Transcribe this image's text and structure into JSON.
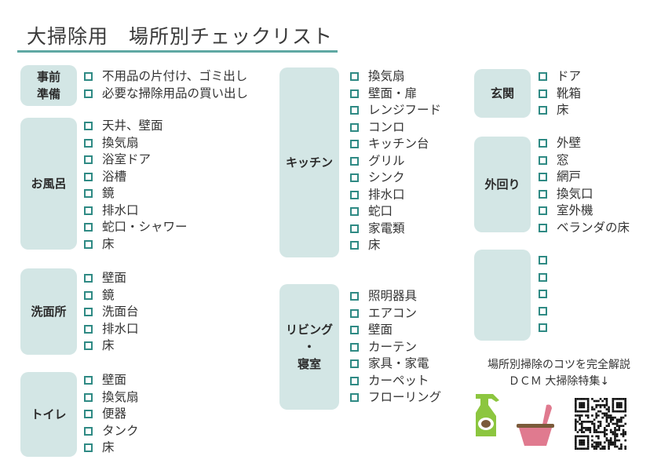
{
  "title": "大掃除用　場所別チェックリスト",
  "sections": {
    "jizen": {
      "label": "事前\n準備",
      "items": [
        "不用品の片付け、ゴミ出し",
        "必要な掃除用品の買い出し"
      ]
    },
    "ofuro": {
      "label": "お風呂",
      "items": [
        "天井、壁面",
        "換気扇",
        "浴室ドア",
        "浴槽",
        "鏡",
        "排水口",
        "蛇口・シャワー",
        "床"
      ]
    },
    "senmen": {
      "label": "洗面所",
      "items": [
        "壁面",
        "鏡",
        "洗面台",
        "排水口",
        "床"
      ]
    },
    "toilet": {
      "label": "トイレ",
      "items": [
        "壁面",
        "換気扇",
        "便器",
        "タンク",
        "床"
      ]
    },
    "kitchen": {
      "label": "キッチン",
      "items": [
        "換気扇",
        "壁面・扉",
        "レンジフード",
        "コンロ",
        "キッチン台",
        "グリル",
        "シンク",
        "排水口",
        "蛇口",
        "家電類",
        "床"
      ]
    },
    "living": {
      "label": "リビング\n・\n寝室",
      "items": [
        "照明器具",
        "エアコン",
        "壁面",
        "カーテン",
        "家具・家電",
        "カーペット",
        "フローリング"
      ]
    },
    "genkan": {
      "label": "玄関",
      "items": [
        "ドア",
        "靴箱",
        "床"
      ]
    },
    "sotomawari": {
      "label": "外回り",
      "items": [
        "外壁",
        "窓",
        "網戸",
        "換気口",
        "室外機",
        "ベランダの床"
      ]
    },
    "blank": {
      "label": "",
      "items": [
        "",
        "",
        "",
        "",
        ""
      ]
    }
  },
  "promo": {
    "line1": "場所別掃除のコツを完全解説",
    "line2": "ＤＣＭ 大掃除特集↓"
  },
  "colors": {
    "accent": "#5fa8a3",
    "category_bg": "#d3e6e5",
    "checkbox": "#2f8a84",
    "bottle_green": "#8cc63f",
    "bucket_pink": "#e07a8f"
  },
  "icons": [
    "spray-bottle-icon",
    "bucket-icon",
    "qr-code"
  ]
}
